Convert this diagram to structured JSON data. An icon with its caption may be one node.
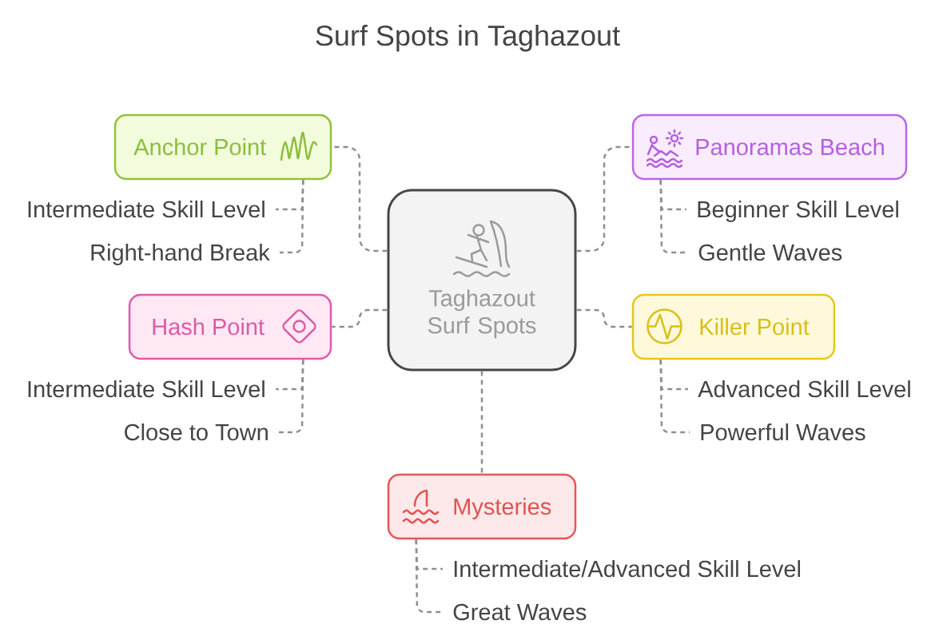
{
  "diagram": {
    "title": "Surf Spots in Taghazout",
    "nodes": [
      {
        "text": [
          "Taghazout Surf Spots"
        ]
      },
      {
        "text": [
          "Anchor Point"
        ]
      },
      {
        "text": [
          "Intermediate Skill Level"
        ]
      },
      {
        "text": [
          "Right-hand Break"
        ]
      },
      {
        "text": [
          "Panoramas Beach"
        ]
      },
      {
        "text": [
          "Beginner Skill Level"
        ]
      },
      {
        "text": [
          "Gentle Waves"
        ]
      },
      {
        "text": [
          "Hash Point"
        ]
      },
      {
        "text": [
          "Intermediate Skill Level"
        ]
      },
      {
        "text": [
          "Close to Town"
        ]
      },
      {
        "text": [
          "Killer Point"
        ]
      },
      {
        "text": [
          "Advanced Skill Level"
        ]
      },
      {
        "text": [
          "Powerful Waves"
        ]
      },
      {
        "text": [
          "Mysteries"
        ]
      },
      {
        "text": [
          "Intermediate/Advanced Skill Level"
        ]
      },
      {
        "text": [
          "Great Waves"
        ]
      }
    ],
    "edges": [
      {
        "from": 0,
        "to": 1,
        "arrow": "none",
        "style": "dashed"
      },
      {
        "from": 1,
        "to": 2,
        "arrow": "none",
        "style": "dashed"
      },
      {
        "from": 1,
        "to": 3,
        "arrow": "none",
        "style": "dashed"
      },
      {
        "from": 0,
        "to": 4,
        "arrow": "none",
        "style": "dashed"
      },
      {
        "from": 4,
        "to": 5,
        "arrow": "none",
        "style": "dashed"
      },
      {
        "from": 4,
        "to": 6,
        "arrow": "none",
        "style": "dashed"
      },
      {
        "from": 0,
        "to": 7,
        "arrow": "none",
        "style": "dashed"
      },
      {
        "from": 7,
        "to": 8,
        "arrow": "none",
        "style": "dashed"
      },
      {
        "from": 7,
        "to": 9,
        "arrow": "none",
        "style": "dashed"
      },
      {
        "from": 0,
        "to": 10,
        "arrow": "none",
        "style": "dashed"
      },
      {
        "from": 10,
        "to": 11,
        "arrow": "none",
        "style": "dashed"
      },
      {
        "from": 10,
        "to": 12,
        "arrow": "none",
        "style": "dashed"
      },
      {
        "from": 0,
        "to": 13,
        "arrow": "none",
        "style": "dashed"
      },
      {
        "from": 13,
        "to": 14,
        "arrow": "none",
        "style": "dashed"
      },
      {
        "from": 13,
        "to": 15,
        "arrow": "none",
        "style": "dashed"
      }
    ]
  }
}
